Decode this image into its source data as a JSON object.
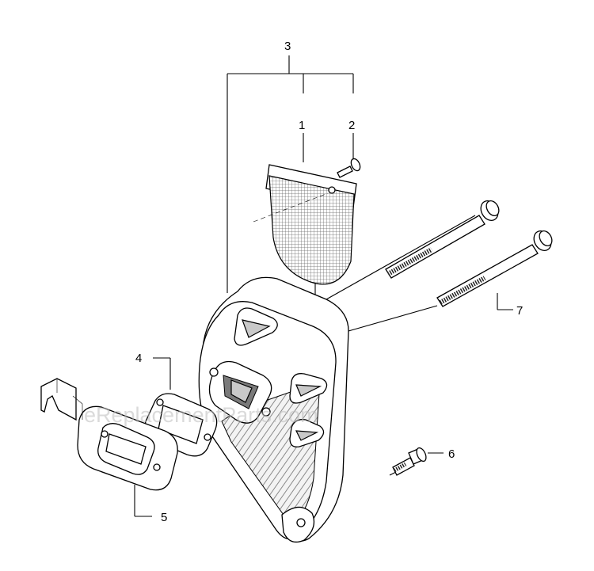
{
  "watermark": "eReplacementParts.com",
  "callouts": {
    "c1": "1",
    "c2": "2",
    "c3": "3",
    "c4": "4",
    "c5": "5",
    "c6": "6",
    "c7": "7"
  }
}
